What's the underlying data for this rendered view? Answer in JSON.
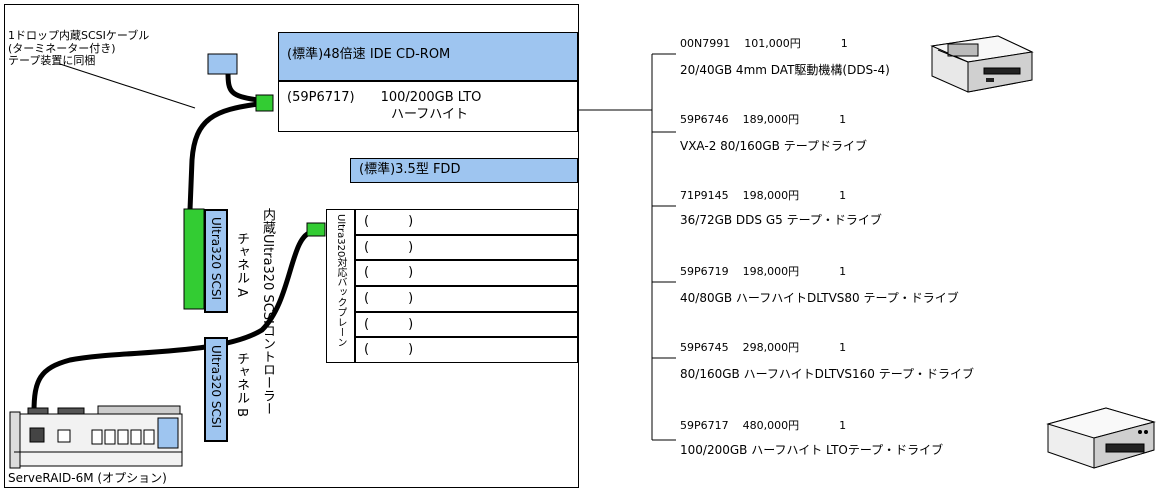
{
  "server_panel": {
    "cable_label_lines": [
      "1ドロップ内蔵SCSIケーブル",
      "(ターミネーター付き)",
      "テープ装置に同梱"
    ],
    "cdrom_label": "(標準)48倍速 IDE CD-ROM",
    "bay_line1": "(59P6717)　　100/200GB LTO",
    "bay_line2": "ハーフハイト",
    "fdd_label": "(標準)3.5型 FDD",
    "backplane_label": "Ultra320対応バックプレーン",
    "hdd_slots": [
      "(　　　)",
      "(　　　)",
      "(　　　)",
      "(　　　)",
      "(　　　)",
      "(　　　)"
    ],
    "scsi_label": "Ultra320 SCSI",
    "channel_a": "チャネル A",
    "channel_b": "チャネル B",
    "controller_label": "内蔵Ultra320 SCSIコントローラー",
    "raid_label": "ServeRAID-6M (オプション)"
  },
  "options": [
    {
      "part": "00N7991",
      "price": "101,000円",
      "qty": "1",
      "desc": "20/40GB 4mm DAT駆動機構(DDS-4)",
      "image": "tape-drive-open-icon"
    },
    {
      "part": "59P6746",
      "price": "189,000円",
      "qty": "1",
      "desc": "VXA-2 80/160GB テープドライブ"
    },
    {
      "part": "71P9145",
      "price": "198,000円",
      "qty": "1",
      "desc": "36/72GB DDS G5 テープ・ドライブ"
    },
    {
      "part": "59P6719",
      "price": "198,000円",
      "qty": "1",
      "desc": "40/80GB ハーフハイトDLTVS80 テープ・ドライブ"
    },
    {
      "part": "59P6745",
      "price": "298,000円",
      "qty": "1",
      "desc": "80/160GB ハーフハイトDLTVS160 テープ・ドライブ"
    },
    {
      "part": "59P6717",
      "price": "480,000円",
      "qty": "1",
      "desc": "100/200GB ハーフハイト LTOテープ・ドライブ",
      "image": "lto-drive-icon"
    }
  ],
  "colors": {
    "drive_blue": "#9ec5f0",
    "connector_green": "#33cc33",
    "cable": "#000000"
  }
}
